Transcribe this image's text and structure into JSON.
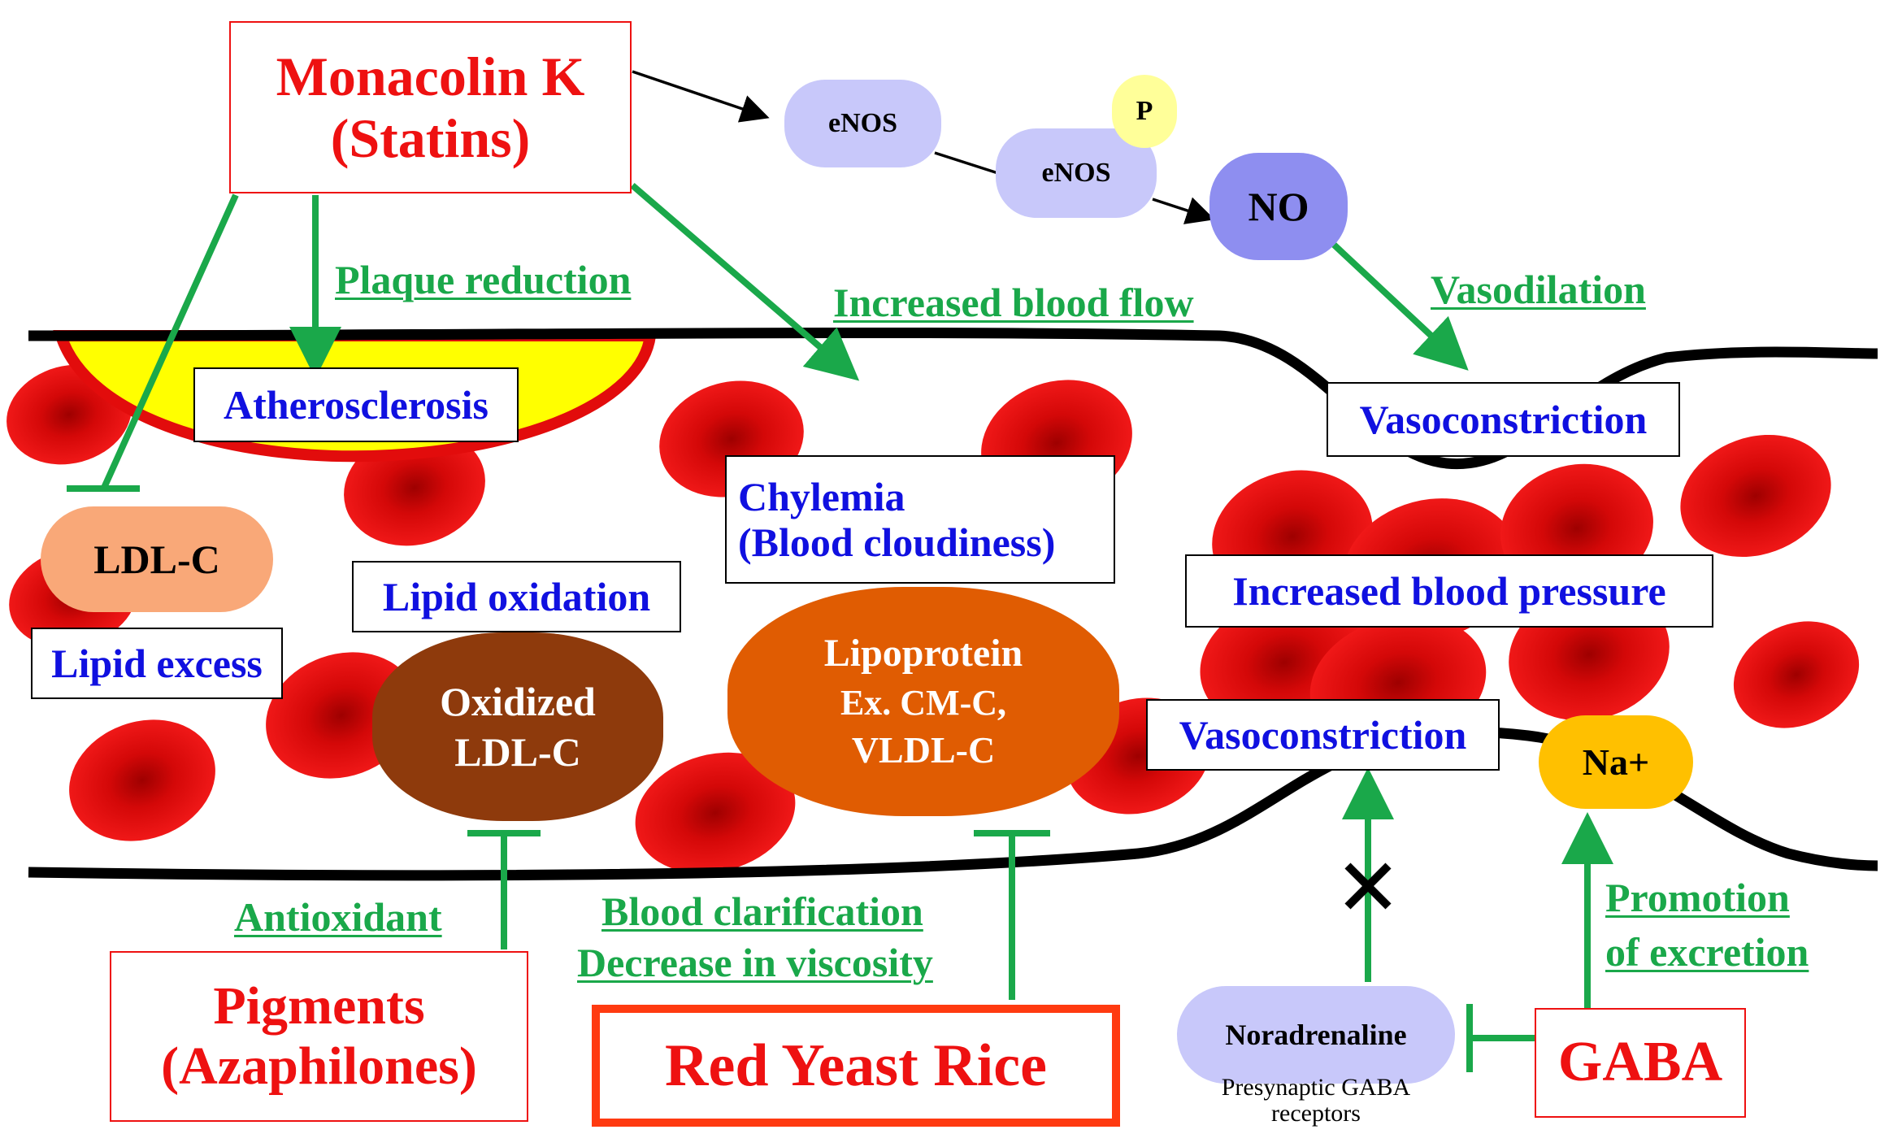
{
  "title": {
    "line1": "Monacolin K",
    "line2": "(Statins)"
  },
  "pathway": {
    "enos": "eNOS",
    "enos_p": "eNOS",
    "phospho": "P",
    "no": "NO"
  },
  "effects": {
    "plaque_reduction": "Plaque reduction",
    "increased_flow": "Increased blood flow",
    "vasodilation": "Vasodilation",
    "antioxidant": "Antioxidant",
    "clarification_1": "Blood clarification",
    "clarification_2": "Decrease in viscosity",
    "excretion_1": "Promotion",
    "excretion_2": "of excretion"
  },
  "conditions": {
    "atherosclerosis": "Atherosclerosis",
    "vasoconstriction_top": "Vasoconstriction",
    "chylemia_1": "Chylemia",
    "chylemia_2": "(Blood cloudiness)",
    "lipid_oxidation": "Lipid oxidation",
    "increased_bp": "Increased blood pressure",
    "lipid_excess": "Lipid excess",
    "vasoconstriction_bottom": "Vasoconstriction"
  },
  "molecules": {
    "ldl": "LDL-C",
    "oxidized_1": "Oxidized",
    "oxidized_2": "LDL-C",
    "lipoprotein_1": "Lipoprotein",
    "lipoprotein_2": "Ex. CM-C,",
    "lipoprotein_3": "VLDL-C",
    "sodium": "Na+",
    "noradrenaline": "Noradrenaline",
    "receptors_1": "Presynaptic GABA",
    "receptors_2": "receptors"
  },
  "sources": {
    "pigments_1": "Pigments",
    "pigments_2": "(Azaphilones)",
    "red_yeast_rice": "Red Yeast Rice",
    "gaba": "GABA"
  },
  "colors": {
    "inhibit_green": "#1aa84a",
    "rbc_red": "#e20c0c",
    "title_red": "#ee1111",
    "condition_blue": "#1010e0",
    "plaque_yellow": "#ffff00"
  },
  "icons": [
    "activation-arrow",
    "inhibition-bar",
    "block-cross-icon",
    "red-blood-cell"
  ]
}
